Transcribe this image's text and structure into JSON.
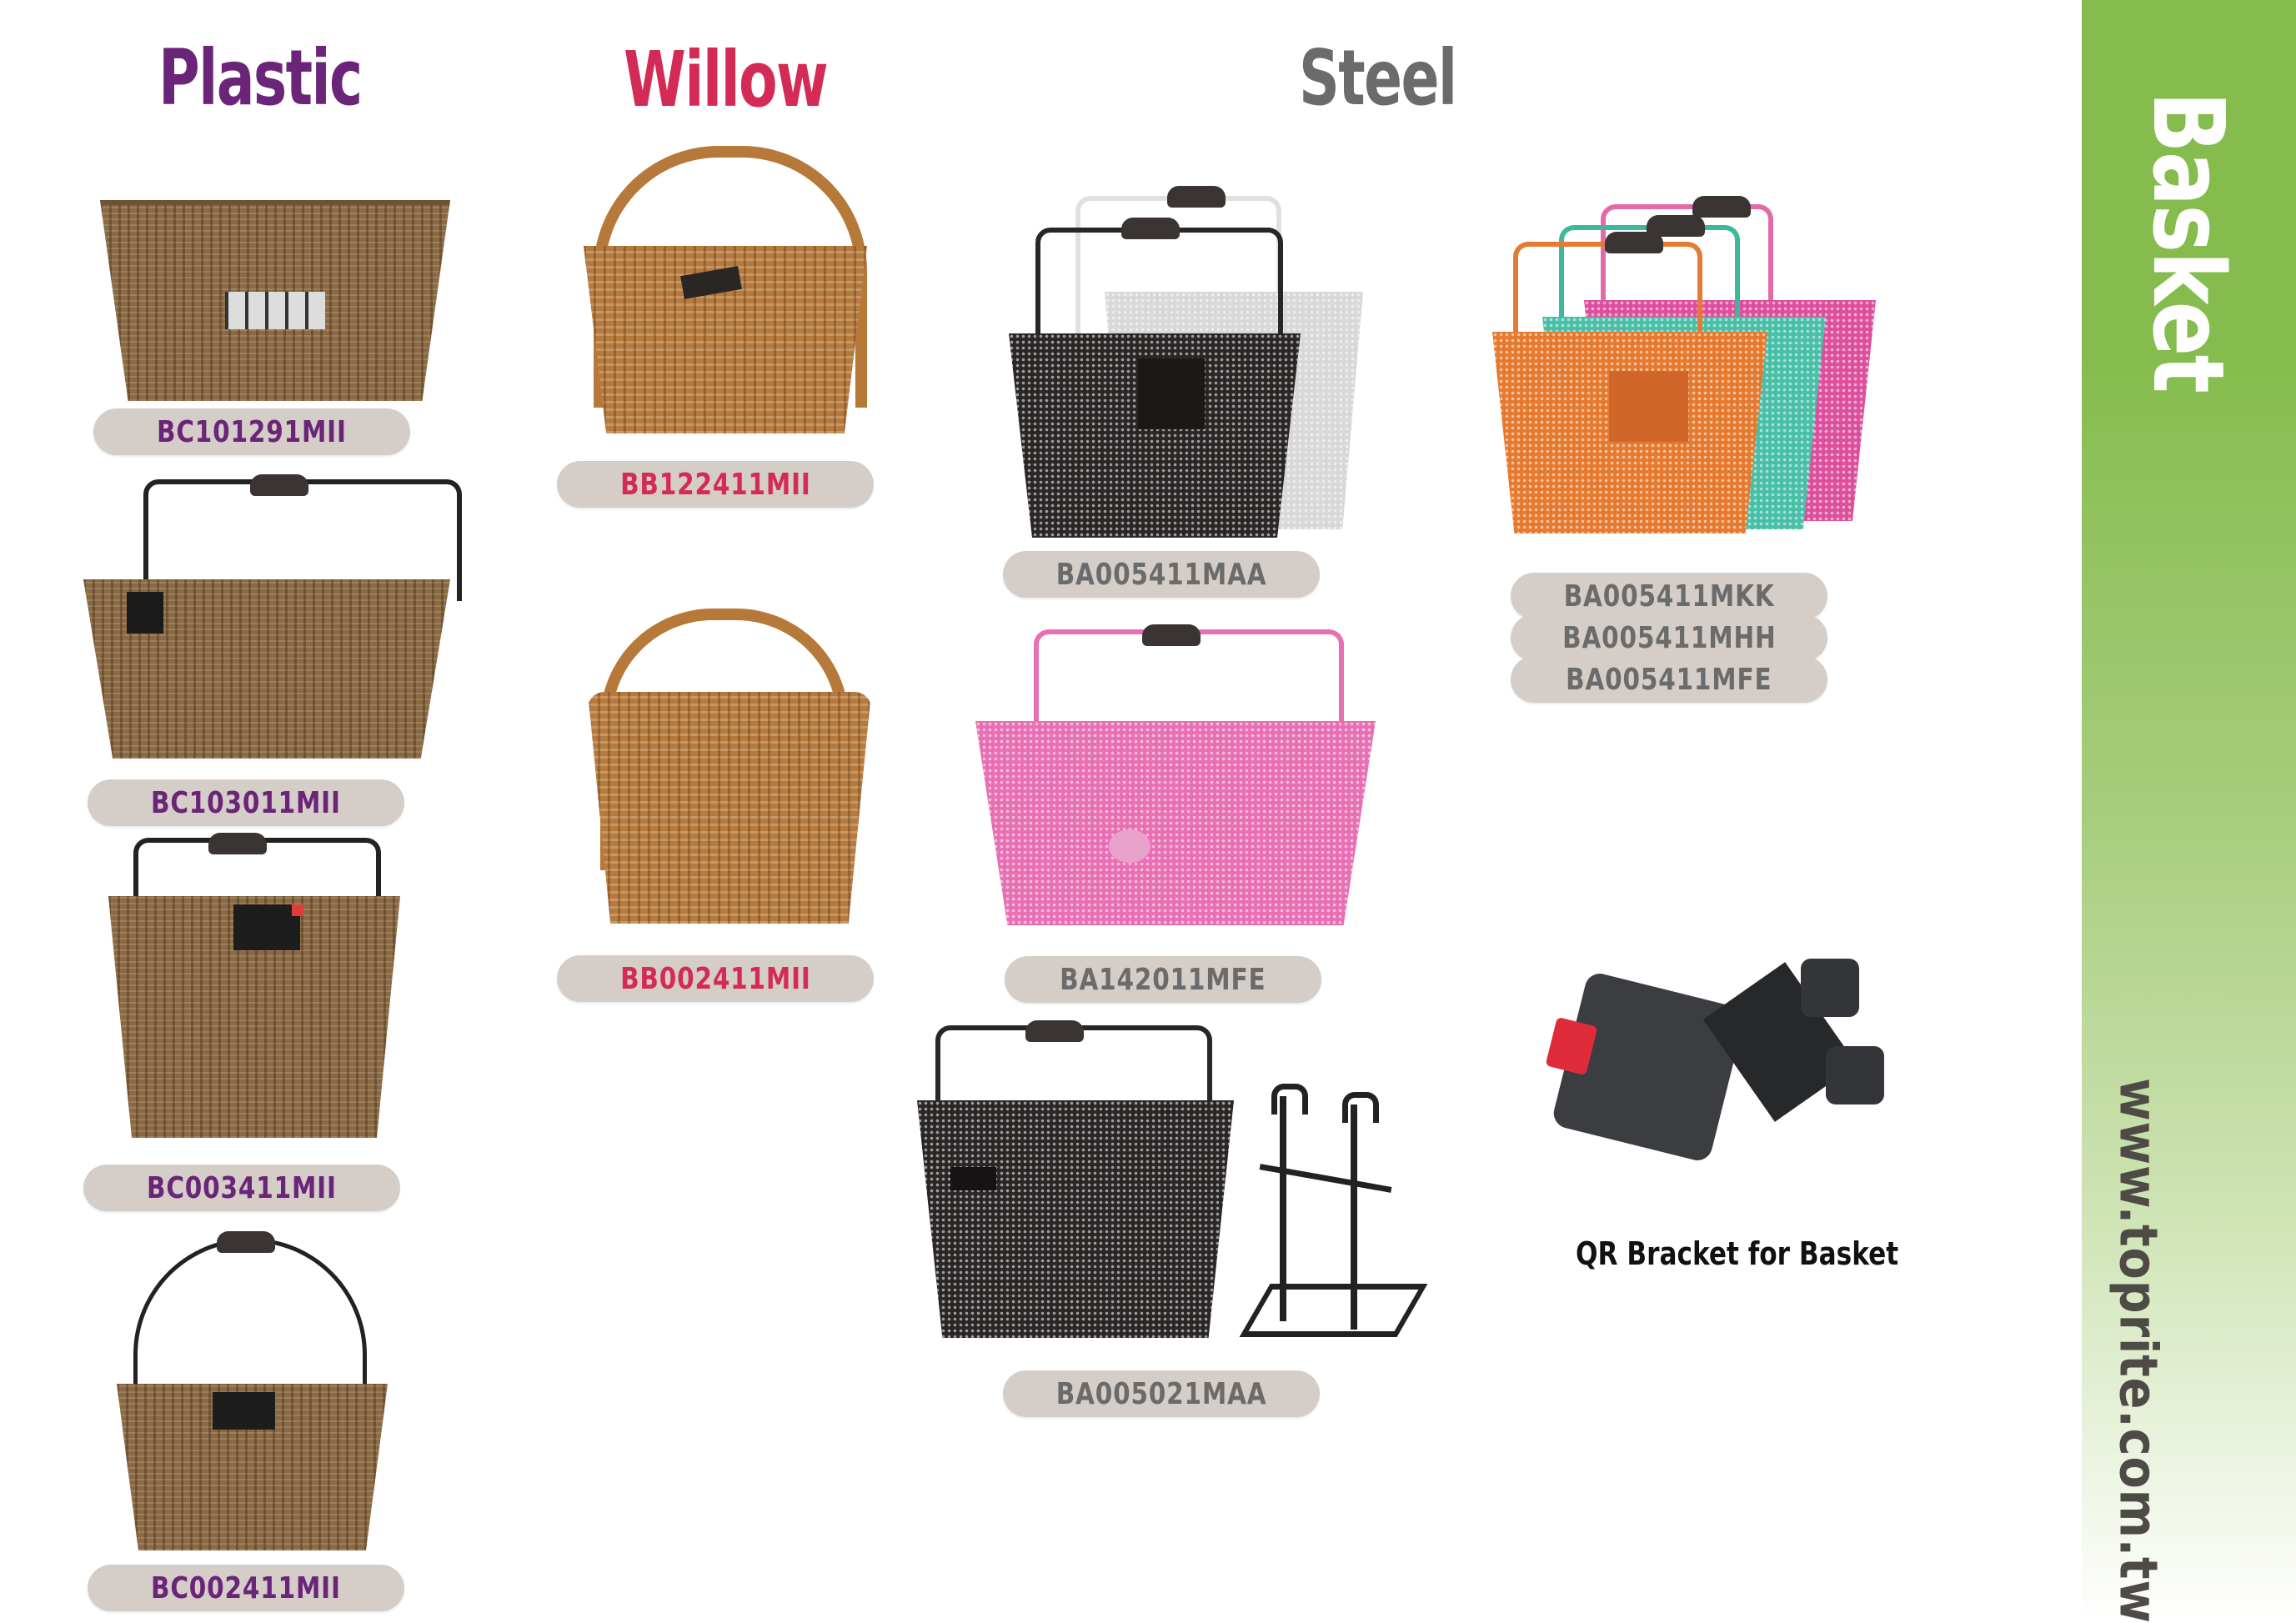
{
  "page": {
    "section_title": "Basket",
    "website": "www.toprite.com.tw",
    "colors": {
      "band_green": "#86bc4d",
      "plastic": "#6a2478",
      "willow": "#d42b56",
      "steel": "#6b6b6b",
      "pill_bg": "#d4cdc8"
    }
  },
  "categories": {
    "plastic": {
      "title": "Plastic",
      "products": [
        {
          "code": "BC101291MII",
          "image": "brown plastic wicker rear basket"
        },
        {
          "code": "BC103011MII",
          "image": "brown plastic wicker basket with handle"
        },
        {
          "code": "BC003411MII",
          "image": "brown plastic wicker front basket with handle"
        },
        {
          "code": "BC002411MII",
          "image": "brown plastic wicker basket with arched handle"
        }
      ]
    },
    "willow": {
      "title": "Willow",
      "products": [
        {
          "code": "BB122411MII",
          "image": "willow basket with arched handle"
        },
        {
          "code": "BB002411MII",
          "image": "round willow basket with arched handle"
        }
      ]
    },
    "steel": {
      "title": "Steel",
      "products": [
        {
          "code": "BA005411MAA",
          "image": "black and white steel mesh baskets"
        },
        {
          "codes": [
            "BA005411MKK",
            "BA005411MHH",
            "BA005411MFE"
          ],
          "image": "orange, teal and pink steel mesh baskets"
        },
        {
          "code": "BA142011MFE",
          "image": "pink steel mesh rear basket"
        },
        {
          "code": "BA005021MAA",
          "image": "black steel mesh basket with mounting bracket"
        }
      ]
    }
  },
  "accessory": {
    "caption": "QR Bracket for Basket",
    "image": "black quick-release basket bracket with red lever"
  }
}
